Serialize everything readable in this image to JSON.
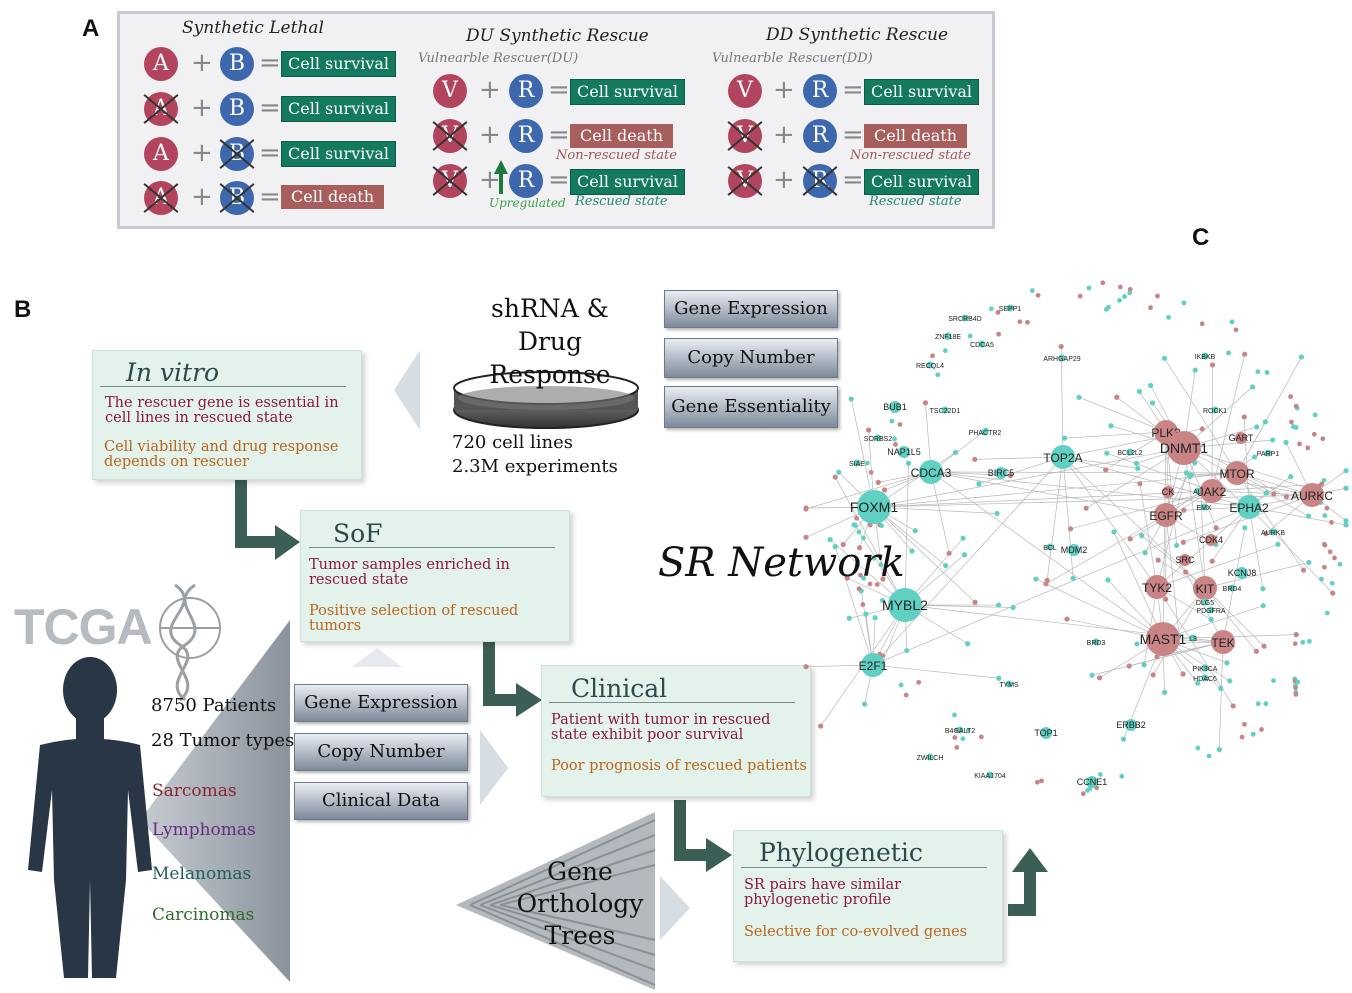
{
  "labels": {
    "a": "A",
    "b": "B",
    "c": "C"
  },
  "panel_a": {
    "synthetic_lethal": {
      "title": "Synthetic Lethal",
      "rows": [
        {
          "g1": "A",
          "g2": "B",
          "result": "Cell survival"
        },
        {
          "g1": "A",
          "g2": "B",
          "result": "Cell survival"
        },
        {
          "g1": "A",
          "g2": "B",
          "result": "Cell survival"
        },
        {
          "g1": "A",
          "g2": "B",
          "result": "Cell death"
        }
      ]
    },
    "du_rescue": {
      "title": "DU Synthetic Rescue",
      "sub1": "Vulnearble",
      "sub2": "Rescuer(DU)",
      "rows": [
        {
          "g1": "V",
          "g2": "R",
          "result": "Cell survival",
          "note": ""
        },
        {
          "g1": "V",
          "g2": "R",
          "result": "Cell death",
          "note": "Non-rescued state"
        },
        {
          "g1": "V",
          "g2": "R",
          "result": "Cell survival",
          "note": "Rescued state"
        }
      ],
      "upregulated": "Upregulated"
    },
    "dd_rescue": {
      "title": "DD Synthetic Rescue",
      "sub1": "Vulnearble",
      "sub2": "Rescuer(DD)",
      "rows": [
        {
          "g1": "V",
          "g2": "R",
          "result": "Cell survival",
          "note": ""
        },
        {
          "g1": "V",
          "g2": "R",
          "result": "Cell death",
          "note": "Non-rescued state"
        },
        {
          "g1": "V",
          "g2": "R",
          "result": "Cell survival",
          "note": "Rescued state"
        }
      ]
    },
    "ops": {
      "plus": "+",
      "equals": "="
    }
  },
  "panel_b": {
    "shrna": {
      "title_1": "shRNA &",
      "title_2": "Drug Response",
      "lines": "720 cell lines",
      "experiments": "2.3M experiments"
    },
    "cell_buttons": [
      "Gene Expression",
      "Copy Number",
      "Gene Essentiality"
    ],
    "in_vitro": {
      "title": "In vitro",
      "text1": "The rescuer gene is essential in cell lines in rescued state",
      "text2": "Cell viability and drug response depends on rescuer"
    },
    "sof": {
      "title": "SoF",
      "text1": "Tumor samples enriched in rescued state",
      "text2": "Positive selection of rescued tumors"
    },
    "clinical": {
      "title": "Clinical",
      "text1": "Patient with  tumor in rescued state exhibit poor survival",
      "text2": "Poor prognosis of rescued patients"
    },
    "phylo": {
      "title": "Phylogenetic",
      "text1": "SR pairs have similar phylogenetic profile",
      "text2": "Selective for co-evolved genes"
    },
    "tcga": {
      "logo": "TCGA",
      "patients": "8750 Patients",
      "types": "28 Tumor types",
      "cancers": [
        "Sarcomas",
        "Lymphomas",
        "Melanomas",
        "Carcinomas"
      ]
    },
    "tcga_buttons": [
      "Gene Expression",
      "Copy Number",
      "Clinical Data"
    ],
    "orthology": [
      "Gene",
      "Orthology",
      "Trees"
    ]
  },
  "network": {
    "title": "SR Network",
    "genes": [
      "SRCRB4D",
      "SEPP1",
      "ZNF18E",
      "CDCA5",
      "ARHGAP29",
      "IKBKB",
      "RECQL4",
      "BUB1",
      "TSC22D1",
      "PHACTR2",
      "ROCK1",
      "SORBS2",
      "NAP1L5",
      "PLK3",
      "DNMT1",
      "GART",
      "PARP1",
      "TOP2A",
      "BCL2L2",
      "CDCA3",
      "BIRC5",
      "MTOR",
      "SIAE",
      "FOXM1",
      "CK",
      "AU",
      "JAK2",
      "AURKC",
      "EGFR",
      "EPHA2",
      "EMX",
      "AURKB",
      "CDK4",
      "BCL",
      "MDM2",
      "SRC",
      "KCNJ8",
      "TYK2",
      "KIT",
      "BRD4",
      "DLG5",
      "PDGFRA",
      "MYBL2",
      "BRD3",
      "MAST1",
      "TEK",
      "E2F1",
      "HDAC6",
      "TYMS",
      "ERBB2",
      "B4GALT2",
      "TOP1",
      "ZWILCH",
      "KIAA1704",
      "CCNE1",
      "L3",
      "PIK3CA"
    ],
    "colors": {
      "hub_red": "#c98585",
      "hub_teal": "#5fd0c2",
      "edge": "#b8b8b8"
    }
  }
}
